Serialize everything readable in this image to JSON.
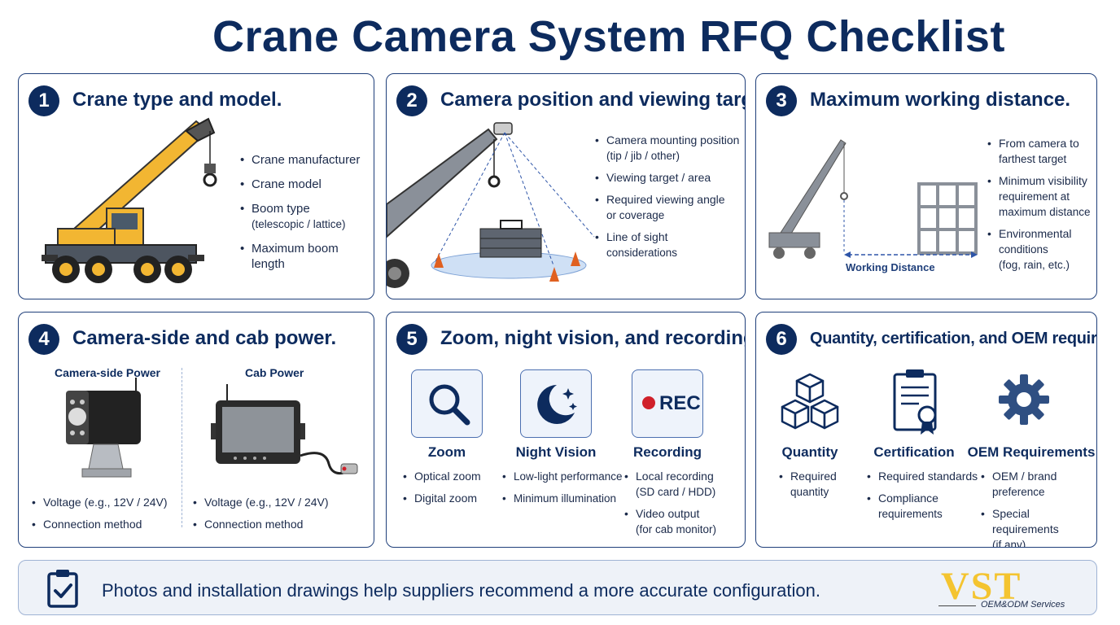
{
  "title": "Crane Camera System RFQ Checklist",
  "cards": [
    {
      "num": "1",
      "title": "Crane type and model.",
      "bullets": [
        {
          "main": "Crane manufacturer",
          "sub": ""
        },
        {
          "main": "Crane model",
          "sub": ""
        },
        {
          "main": "Boom type",
          "sub": "(telescopic / lattice)"
        },
        {
          "main": "Maximum boom length",
          "sub": ""
        }
      ]
    },
    {
      "num": "2",
      "title": "Camera position and viewing target.",
      "bullets": [
        {
          "main": "Camera mounting position",
          "sub": "(tip / jib / other)"
        },
        {
          "main": "Viewing target / area",
          "sub": ""
        },
        {
          "main": "Required viewing angle",
          "sub": "or coverage"
        },
        {
          "main": "Line of sight",
          "sub": "considerations"
        }
      ]
    },
    {
      "num": "3",
      "title": "Maximum working distance.",
      "distance_label": "Working Distance",
      "bullets": [
        {
          "main": "From camera to",
          "sub": "farthest target"
        },
        {
          "main": "Minimum visibility",
          "sub": "requirement at",
          "sub2": "maximum distance"
        },
        {
          "main": "Environmental",
          "sub": "conditions",
          "sub2": "(fog, rain, etc.)"
        }
      ]
    },
    {
      "num": "4",
      "title": "Camera-side and cab power.",
      "left_label": "Camera-side Power",
      "right_label": "Cab Power",
      "left_bullets": [
        "Voltage (e.g., 12V / 24V)",
        "Connection method"
      ],
      "right_bullets": [
        "Voltage (e.g., 12V / 24V)",
        "Connection method"
      ]
    },
    {
      "num": "5",
      "title": "Zoom, night vision, and recording.",
      "rec_text": "REC",
      "items": [
        {
          "label": "Zoom",
          "icon": "magnifier-icon",
          "bullets": [
            "Optical zoom",
            "Digital zoom"
          ]
        },
        {
          "label": "Night Vision",
          "icon": "moon-stars-icon",
          "bullets": [
            "Low-light performance",
            "Minimum illumination"
          ]
        },
        {
          "label": "Recording",
          "icon": "rec-icon",
          "bullets": [
            "Local recording",
            "(SD card / HDD)",
            "Video output",
            "(for cab monitor)"
          ]
        }
      ]
    },
    {
      "num": "6",
      "title": "Quantity, certification, and OEM requirements.",
      "items": [
        {
          "label": "Quantity",
          "icon": "boxes-icon",
          "bullets": [
            "Required",
            "quantity"
          ]
        },
        {
          "label": "Certification",
          "icon": "certificate-icon",
          "bullets": [
            "Required standards",
            "Compliance",
            "requirements"
          ]
        },
        {
          "label": "OEM Requirements",
          "icon": "gear-icon",
          "bullets": [
            "OEM / brand",
            "preference",
            "Special requirements",
            "(if any)"
          ]
        }
      ]
    }
  ],
  "footer": {
    "text": "Photos and installation drawings help suppliers recommend a more accurate configuration.",
    "logo": "VST",
    "logo_sub": "OEM&ODM Services"
  },
  "colors": {
    "navy": "#0d2b5e",
    "crane_yellow": "#f2b632",
    "logo_gold": "#f4c430",
    "rec_red": "#d0202a"
  }
}
